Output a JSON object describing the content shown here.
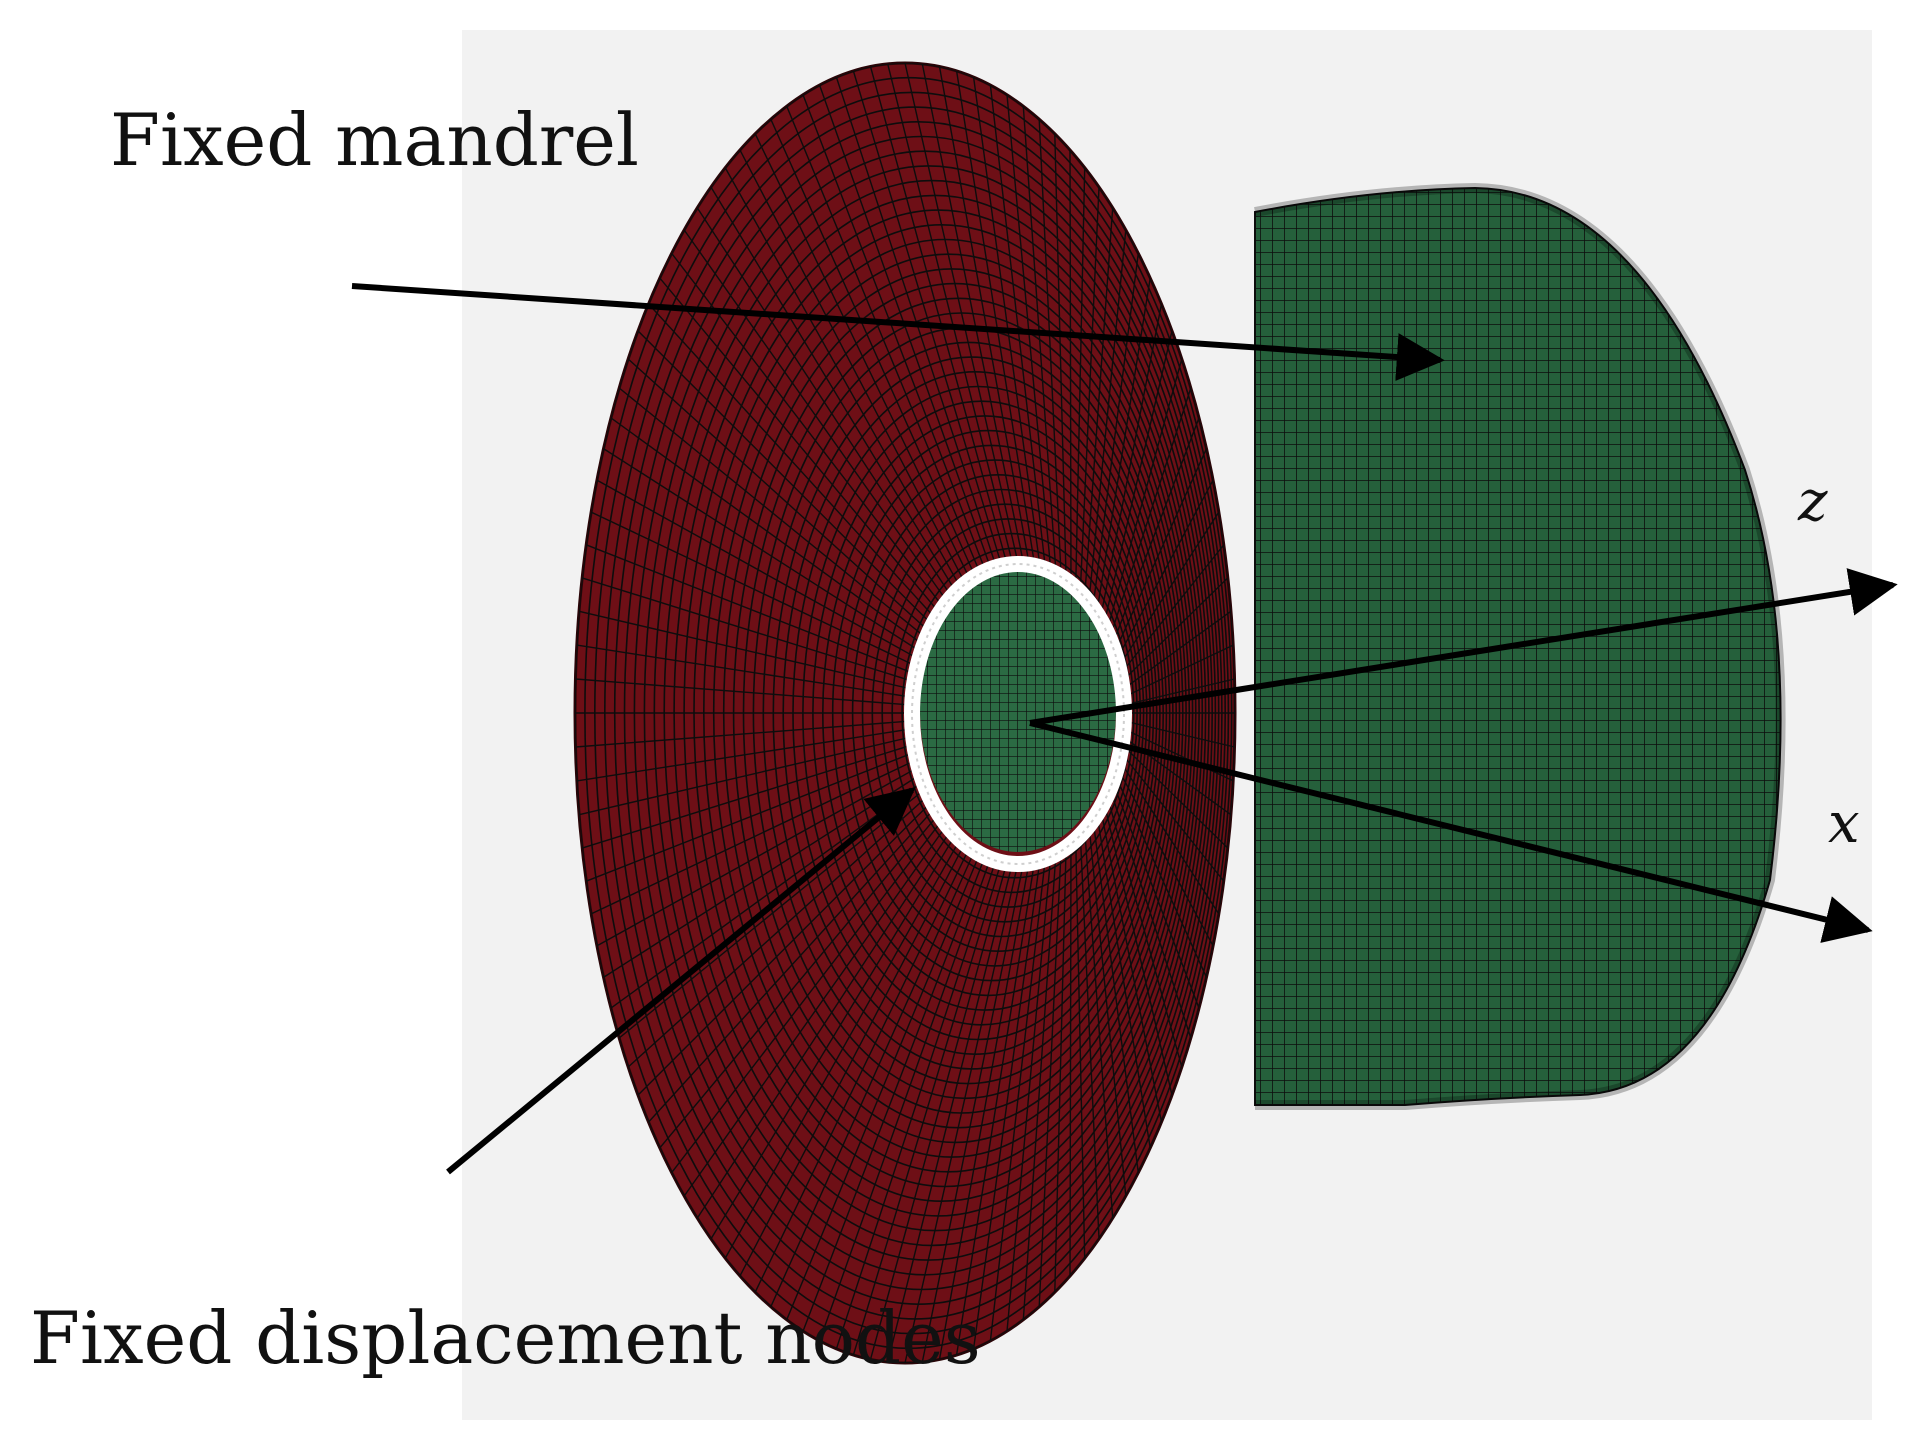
{
  "labels": {
    "fixed_mandrel": "Fixed mandrel",
    "fixed_displacement_nodes": "Fixed displacement nodes",
    "z_axis": "z",
    "x_axis": "x"
  },
  "colors": {
    "background_panel": "#f2f2f2",
    "disc_fill": "#6e0f16",
    "cylinder_fill": "#25603b",
    "mesh_line": "#0d0d0d",
    "node_ring": "#ffffff",
    "arrow": "#000000"
  }
}
